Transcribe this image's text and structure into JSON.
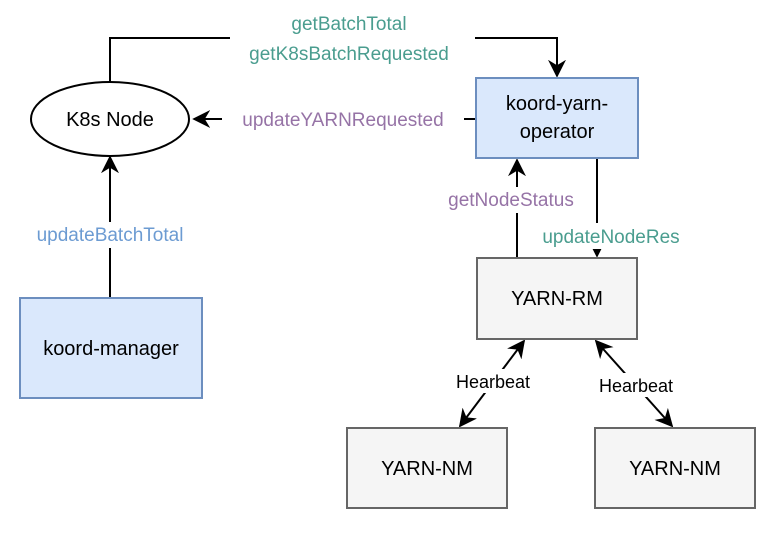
{
  "nodes": {
    "k8s_node": "K8s Node",
    "operator_line1": "koord-yarn-",
    "operator_line2": "operator",
    "manager": "koord-manager",
    "rm": "YARN-RM",
    "nm_left": "YARN-NM",
    "nm_right": "YARN-NM"
  },
  "edges": {
    "get_batch_total": "getBatchTotal",
    "get_k8s_batch_requested": "getK8sBatchRequested",
    "update_yarn_requested": "updateYARNRequested",
    "update_batch_total": "updateBatchTotal",
    "get_node_status": "getNodeStatus",
    "update_node_res": "updateNodeRes",
    "heartbeat_left": "Hearbeat",
    "heartbeat_right": "Hearbeat"
  },
  "colors": {
    "blue_fill": "#dae8fc",
    "blue_stroke": "#6c8ebf",
    "gray_fill": "#f5f5f5",
    "gray_stroke": "#666666",
    "green_text": "#4a9d8f",
    "purple_text": "#9673a6",
    "blue_text": "#6c9bd2"
  }
}
